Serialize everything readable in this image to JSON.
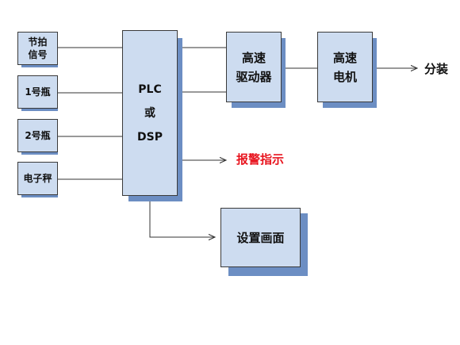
{
  "diagram": {
    "inputs": [
      {
        "line1": "节拍",
        "line2": "信号"
      },
      {
        "line1": "1号瓶",
        "line2": ""
      },
      {
        "line1": "2号瓶",
        "line2": ""
      },
      {
        "line1": "电子秤",
        "line2": ""
      }
    ],
    "controller": {
      "line1": "PLC",
      "line2": "或",
      "line3": "DSP"
    },
    "driver": {
      "line1": "高速",
      "line2": "驱动器"
    },
    "motor": {
      "line1": "高速",
      "line2": "电机"
    },
    "output_label": "分装",
    "alarm_label": "报警指示",
    "settings": {
      "label": "设置画面"
    },
    "colors": {
      "box_fill": "#cddcf0",
      "shadow": "#6c8ec3",
      "alarm": "#e8141e",
      "line": "#333333"
    }
  }
}
